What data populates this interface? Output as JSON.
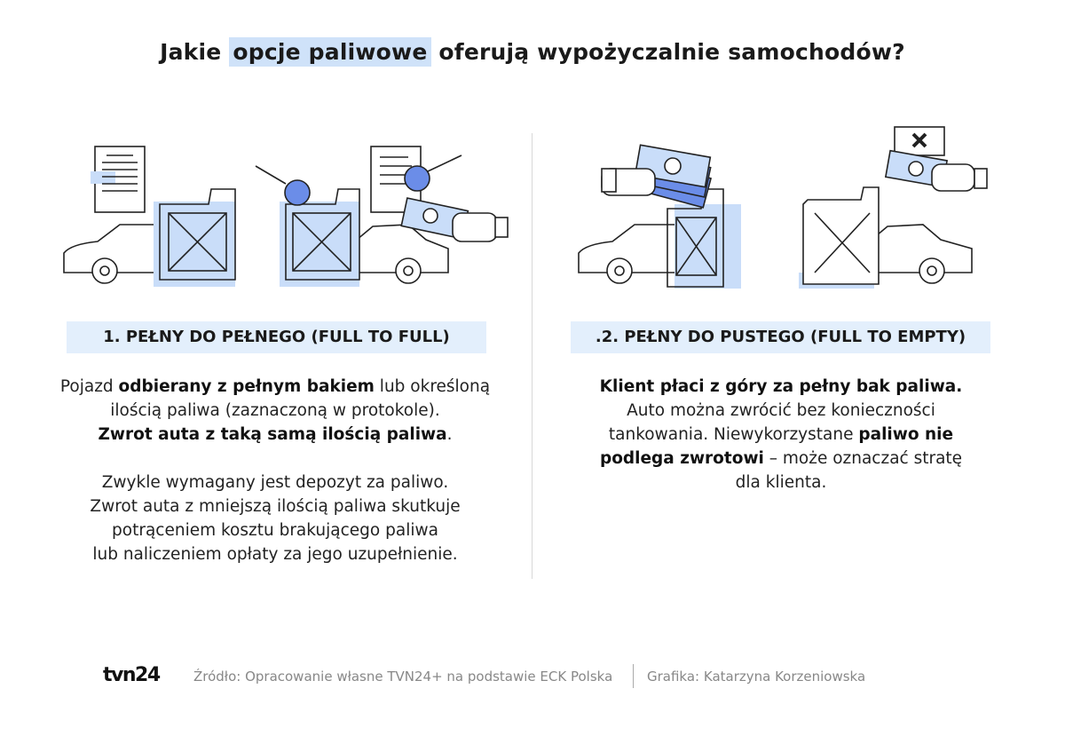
{
  "title": {
    "before": "Jakie ",
    "highlight": "opcje paliwowe",
    "after": " oferują wypożyczalnie samochodów?"
  },
  "left": {
    "heading": "1. PEŁNY DO PEŁNEGO (FULL TO FULL)",
    "l1a": "Pojazd ",
    "l1b": "odbierany z pełnym bakiem",
    "l1c": " lub określoną",
    "l2": "ilością paliwa (zaznaczoną w protokole).",
    "l3a": "Zwrot auta z taką samą ilością paliwa",
    "l3b": ".",
    "l4": "Zwykle wymagany jest depozyt za paliwo.",
    "l5": "Zwrot auta z mniejszą ilością paliwa skutkuje",
    "l6": "potrąceniem kosztu brakującego paliwa",
    "l7": "lub naliczeniem opłaty za jego uzupełnienie."
  },
  "right": {
    "heading": ".2. PEŁNY DO PUSTEGO (FULL TO EMPTY)",
    "r1": "Klient płaci z góry za pełny bak paliwa.",
    "r2": "Auto można zwrócić bez konieczności",
    "r3a": "tankowania. Niewykorzystane ",
    "r3b": "paliwo nie",
    "r4a": "podlega zwrotowi",
    "r4b": " – może oznaczać stratę",
    "r5": "dla klienta."
  },
  "footer": {
    "logo": "tvn24",
    "source": "Źródło: Opracowanie własne TVN24+ na podstawie ECK Polska",
    "credit": "Grafika: Katarzyna Korzeniowska"
  },
  "colors": {
    "accent_light": "#c9ddf9",
    "accent": "#6b8de8",
    "heading_bg": "#e3effc"
  }
}
